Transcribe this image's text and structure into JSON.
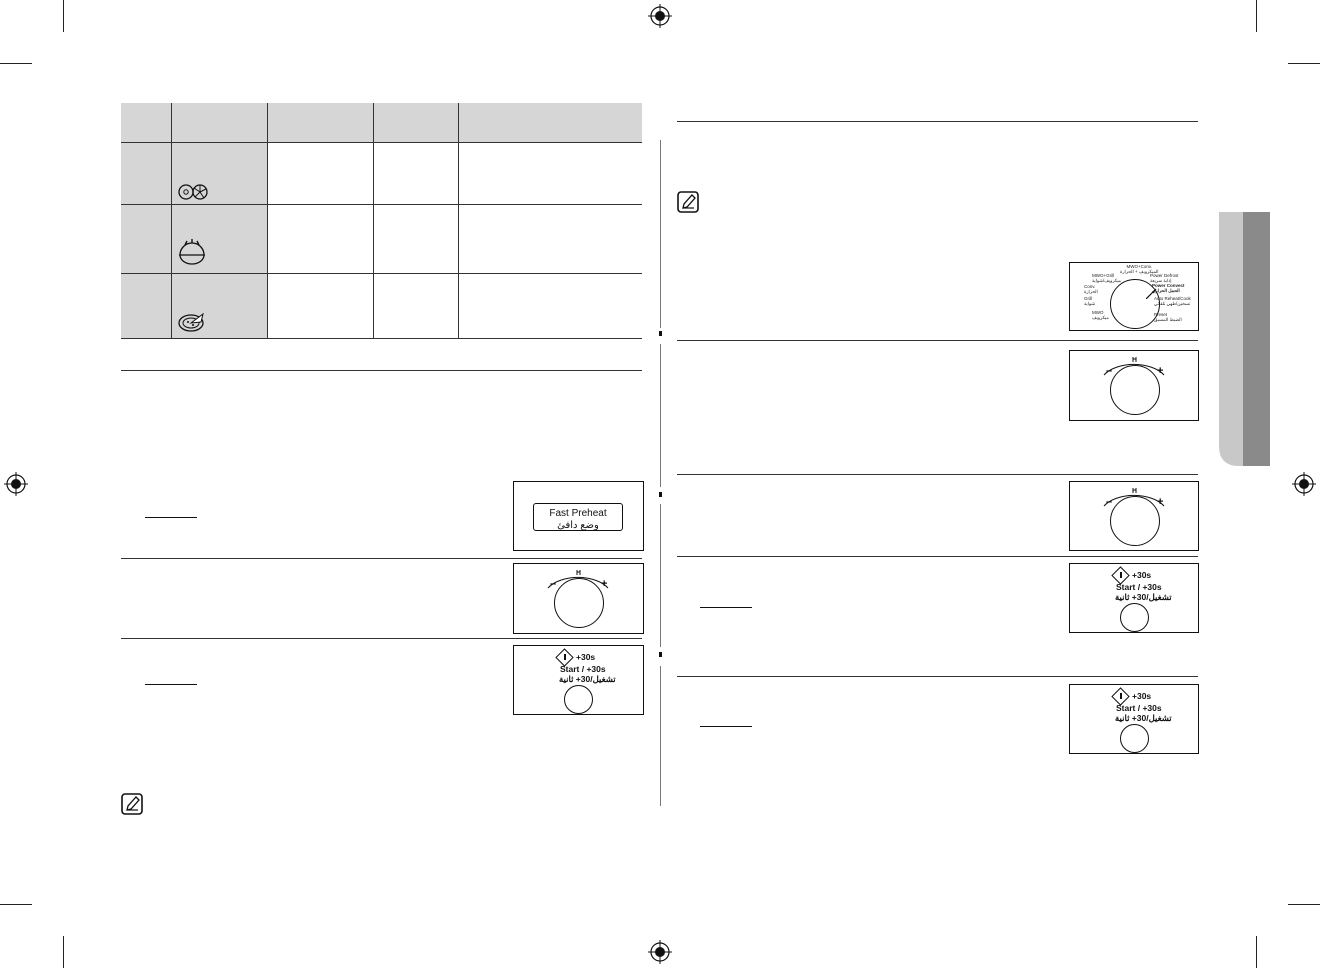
{
  "displays": {
    "fast_preheat_line1": "Fast Preheat",
    "fast_preheat_line2": "وضع دافئ"
  },
  "start_button": {
    "label_top": "+30s",
    "label_mid": "Start / +30s",
    "label_ar": "تشغيل/30+ ثانية"
  },
  "mode_dial": {
    "labels": [
      "MWO+Conv.",
      "الميكرويف + الحرارة",
      "MWO+Grill",
      "ميكرويف/شواية",
      "Conv.",
      "الحرارة",
      "Grill",
      "شواية",
      "MWO",
      "ميكرويف",
      "Power Convect",
      "الحمل الحراري",
      "Auto Reheat/Cook",
      "تسخين/طهي تلقائي",
      "Power Defrost",
      "إذابة سريعة",
      "Preset",
      "الضبط المسبق"
    ]
  },
  "dial_symbols": {
    "minus": "–",
    "plus": "+"
  },
  "colors": {
    "table_shade": "#d6d6d6",
    "side_tab_light": "#c8c8c8",
    "side_tab_dark": "#8a8a8a"
  },
  "icons": {
    "table_row1": "convection-fan-icon",
    "table_row2": "grill-dish-icon",
    "table_row3": "pizza-icon",
    "note": "note-pencil-icon",
    "registration": "registration-mark-icon"
  }
}
